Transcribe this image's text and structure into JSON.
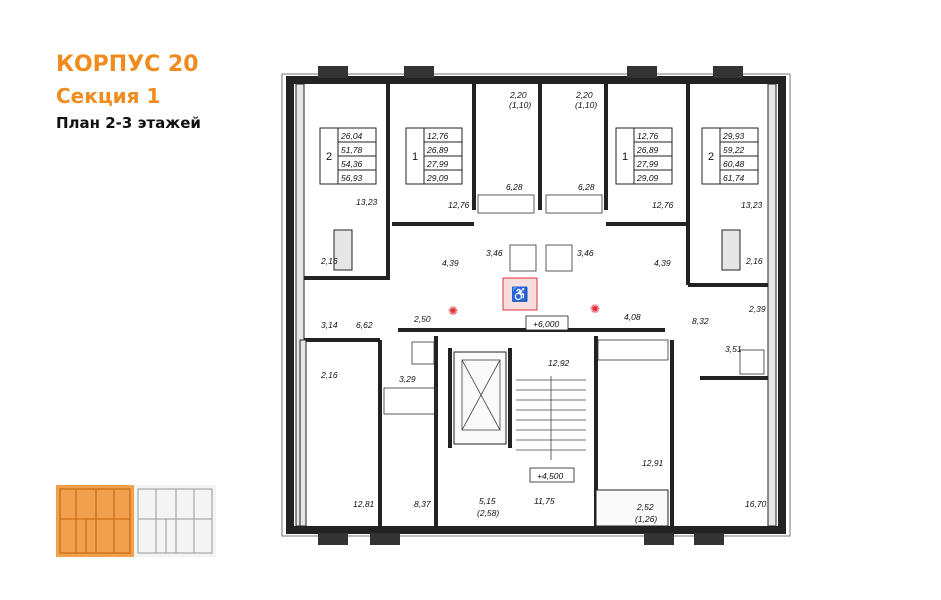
{
  "header": {
    "building": "КОРПУС 20",
    "section": "Секция 1",
    "plan": "План 2-3 этажей"
  },
  "colors": {
    "accent": "#f08c1e",
    "wall": "#222222",
    "fill": "#e6e6e6",
    "marker": "#e0303a"
  },
  "apartments": [
    {
      "rooms": "2",
      "areas": [
        "26,04",
        "51,78",
        "54,36",
        "56,93"
      ]
    },
    {
      "rooms": "1",
      "areas": [
        "12,76",
        "26,89",
        "27,99",
        "29,09"
      ]
    },
    {
      "rooms": "1",
      "areas": [
        "12,76",
        "26,89",
        "27,99",
        "29,09"
      ]
    },
    {
      "rooms": "2",
      "areas": [
        "29,93",
        "59,22",
        "60,48",
        "61,74"
      ]
    }
  ],
  "balconies": [
    {
      "area": "2,20",
      "reduced": "(1,10)"
    },
    {
      "area": "2,20",
      "reduced": "(1,10)"
    }
  ],
  "rooms": {
    "kitchen_l": "13,23",
    "kitchen_r": "13,23",
    "bath_l": "6,28",
    "bath_r": "6,28",
    "liv_l": "12,76",
    "liv_r": "12,76",
    "wc_l": "3,46",
    "wc_r": "3,46",
    "hall_l": "4,39",
    "hall_r": "4,39",
    "store_l": "2,16",
    "store_r": "2,16",
    "c1": "3,14",
    "c2": "6,62",
    "c3": "2,50",
    "c4": "4,08",
    "c5": "8,32",
    "c6": "2,39",
    "c7": "2,16",
    "c8": "3,29",
    "c9": "12,92",
    "c10": "3,51",
    "c11": "12,81",
    "c12": "8,37",
    "c13": "5,15",
    "c13b": "(2,58)",
    "c14": "11,75",
    "c15": "12,91",
    "c16": "2,52",
    "c16b": "(1,26)",
    "c17": "16,70"
  },
  "elevations": {
    "top": "+6,000",
    "bottom": "+4,500"
  }
}
